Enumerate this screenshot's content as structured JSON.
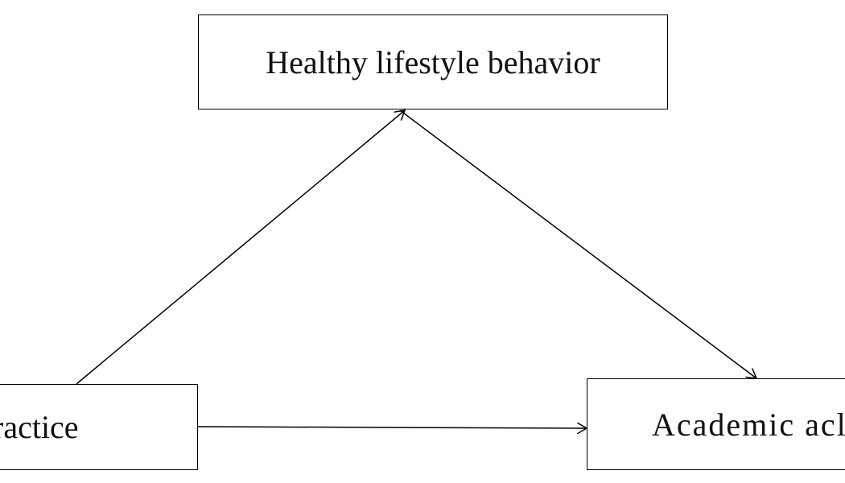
{
  "diagram": {
    "nodes": {
      "mediator": {
        "label": "Healthy lifestyle behavior"
      },
      "predictor": {
        "label": "practice"
      },
      "outcome": {
        "label": "Academic acl"
      }
    },
    "edges": [
      {
        "from": "predictor",
        "to": "mediator"
      },
      {
        "from": "mediator",
        "to": "outcome"
      },
      {
        "from": "predictor",
        "to": "outcome"
      }
    ],
    "colors": {
      "line": "#000000",
      "background": "#ffffff"
    }
  }
}
